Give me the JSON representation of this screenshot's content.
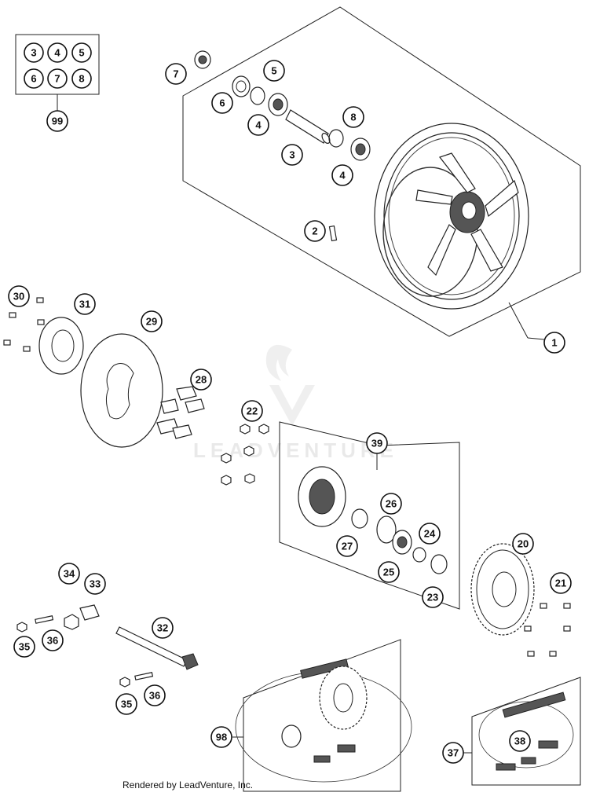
{
  "callouts": {
    "k1": "1",
    "k2": "2",
    "k3a": "3",
    "k3b": "3",
    "k4a": "4",
    "k4b": "4",
    "k4c": "4",
    "k5a": "5",
    "k5b": "5",
    "k6a": "6",
    "k6b": "6",
    "k7a": "7",
    "k7b": "7",
    "k8a": "8",
    "k8b": "8",
    "k20": "20",
    "k21": "21",
    "k22": "22",
    "k23": "23",
    "k24": "24",
    "k25": "25",
    "k26": "26",
    "k27": "27",
    "k28": "28",
    "k29": "29",
    "k30": "30",
    "k31": "31",
    "k32": "32",
    "k33": "33",
    "k34": "34",
    "k35a": "35",
    "k35b": "35",
    "k36a": "36",
    "k36b": "36",
    "k37": "37",
    "k38": "38",
    "k39": "39",
    "k98": "98",
    "k99": "99"
  },
  "watermark": "LEADVENTURE",
  "footer": "Rendered by LeadVenture, Inc."
}
